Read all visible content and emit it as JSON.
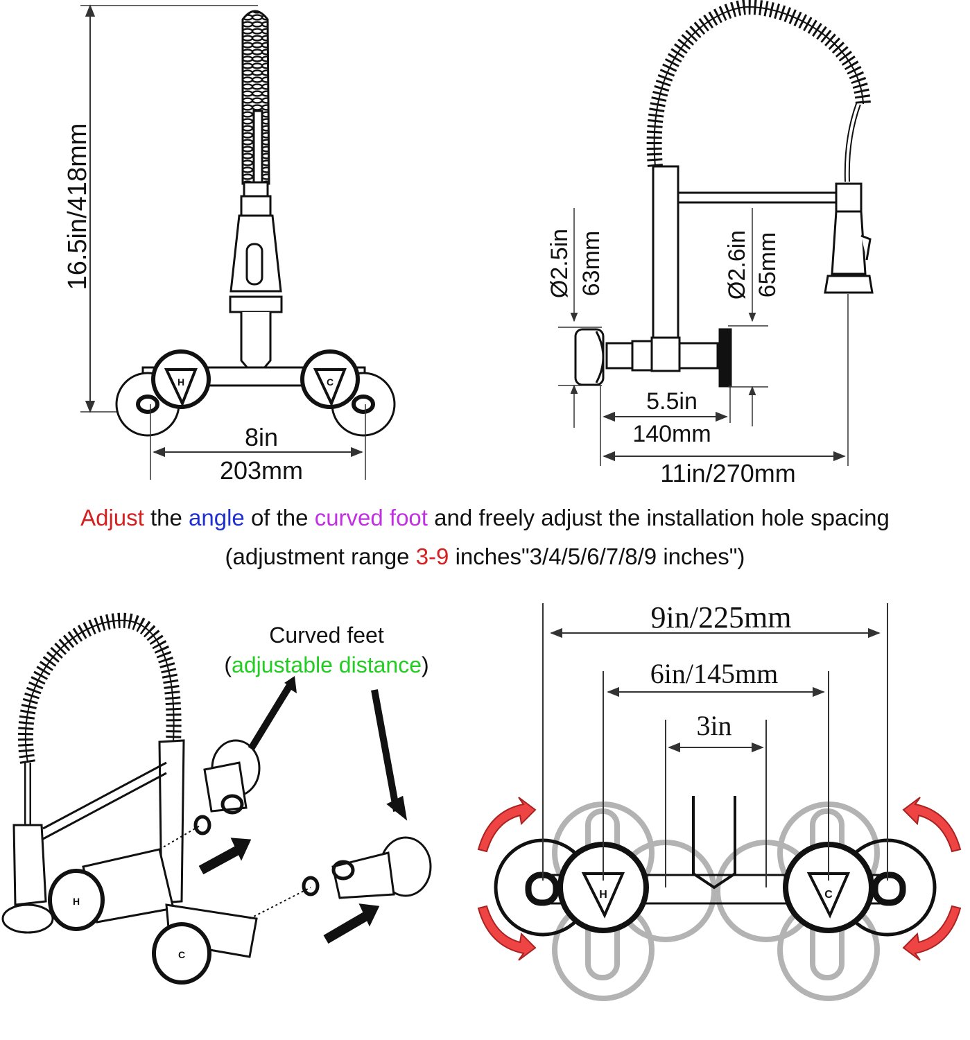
{
  "top_left": {
    "height_label": "16.5in/418mm",
    "spacing_in": "8in",
    "spacing_mm": "203mm",
    "hot_letter": "H",
    "cold_letter": "C"
  },
  "top_right": {
    "flange_left_in": "Ø2.5in",
    "flange_left_mm": "63mm",
    "flange_right_in": "Ø2.6in",
    "flange_right_mm": "65mm",
    "depth_in": "5.5in",
    "depth_mm": "140mm",
    "reach": "11in/270mm"
  },
  "caption": {
    "line1": {
      "w1": "Adjust",
      "t1": " the ",
      "w2": "angle",
      "t2": " of the ",
      "w3": "curved foot",
      "t3": " and freely adjust the installation hole spacing"
    },
    "line2": {
      "t1": "(adjustment range ",
      "w1": "3-9",
      "t2": " inches\"3/4/5/6/7/8/9 inches\")"
    },
    "colors": {
      "red": "#d42020",
      "blue": "#2030d0",
      "purple": "#c030e0",
      "green": "#22cc22"
    }
  },
  "bottom_left": {
    "feet_title": "Curved feet",
    "feet_open": "(",
    "feet_note": "adjustable distance",
    "feet_close": ")",
    "hot_letter": "H",
    "cold_letter": "C"
  },
  "bottom_right": {
    "dim_9": "9in/225mm",
    "dim_6": "6in/145mm",
    "dim_3": "3in",
    "hot_letter": "H",
    "cold_letter": "C"
  }
}
